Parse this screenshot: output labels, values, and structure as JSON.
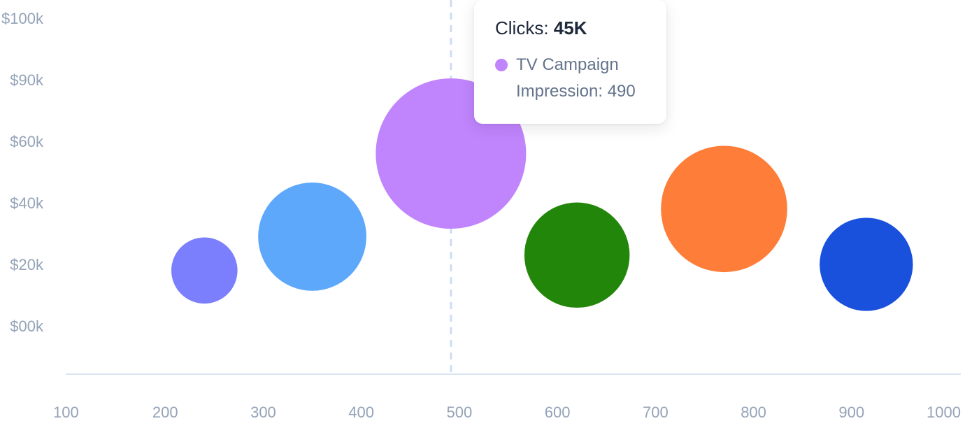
{
  "chart_data": {
    "type": "scatter",
    "subtype": "bubble",
    "x_ticks": [
      "100",
      "200",
      "300",
      "400",
      "500",
      "600",
      "700",
      "800",
      "900",
      "1000"
    ],
    "x_range": [
      100,
      1000
    ],
    "y_ticks": [
      "$00k",
      "$20k",
      "$40k",
      "$60k",
      "$90k",
      "$100k"
    ],
    "grid": false,
    "points": [
      {
        "x": 240,
        "y": 18,
        "size": 22,
        "color": "#7b7ffe"
      },
      {
        "x": 350,
        "y": 29,
        "size": 36,
        "color": "#5ea8fc"
      },
      {
        "x": 490,
        "y": 56,
        "size": 50,
        "color": "#c084fc"
      },
      {
        "x": 620,
        "y": 23,
        "size": 35,
        "color": "#22860a"
      },
      {
        "x": 770,
        "y": 38,
        "size": 42,
        "color": "#fe7d38"
      },
      {
        "x": 915,
        "y": 20,
        "size": 31,
        "color": "#1951dd"
      }
    ],
    "hover_line_x": 490
  },
  "tooltip": {
    "title_label": "Clicks:",
    "title_value": "45K",
    "series_name": "TV Campaign",
    "series_color": "#c084fc",
    "detail": "Impression: 490"
  },
  "colors": {
    "axis_line": "#dbe5f1",
    "hover_line": "#cfdcf7",
    "tick_text": "#94a3b8"
  }
}
